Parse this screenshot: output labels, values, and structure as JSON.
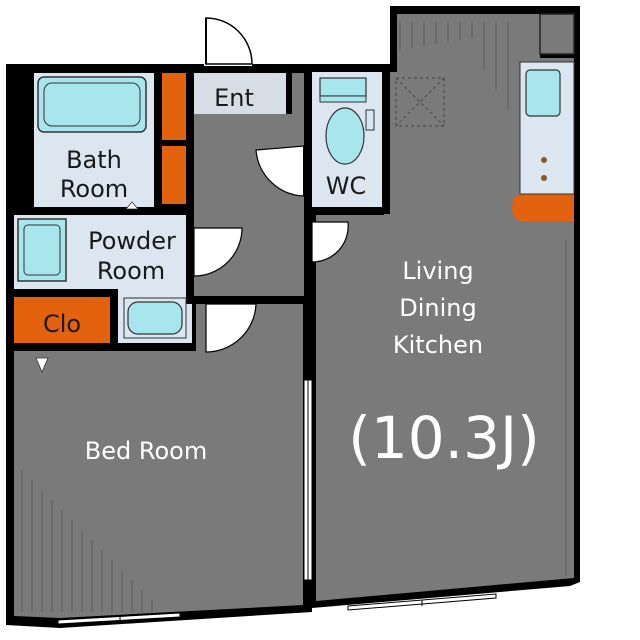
{
  "rooms": {
    "entrance": "Ent",
    "bath_line1": "Bath",
    "bath_line2": "Room",
    "wc": "WC",
    "powder_line1": "Powder",
    "powder_line2": "Room",
    "closet": "Clo",
    "bedroom": "Bed Room",
    "ldk_line1": "Living",
    "ldk_line2": "Dining",
    "ldk_line3": "Kitchen",
    "ldk_size": "(10.3J)"
  },
  "colors": {
    "floor_gray": "#7a7a7a",
    "wet_area_blue": "#dbe6f1",
    "fixture_cyan": "#a8e6ee",
    "storage_orange": "#e2620e",
    "wall_black": "#000000"
  }
}
